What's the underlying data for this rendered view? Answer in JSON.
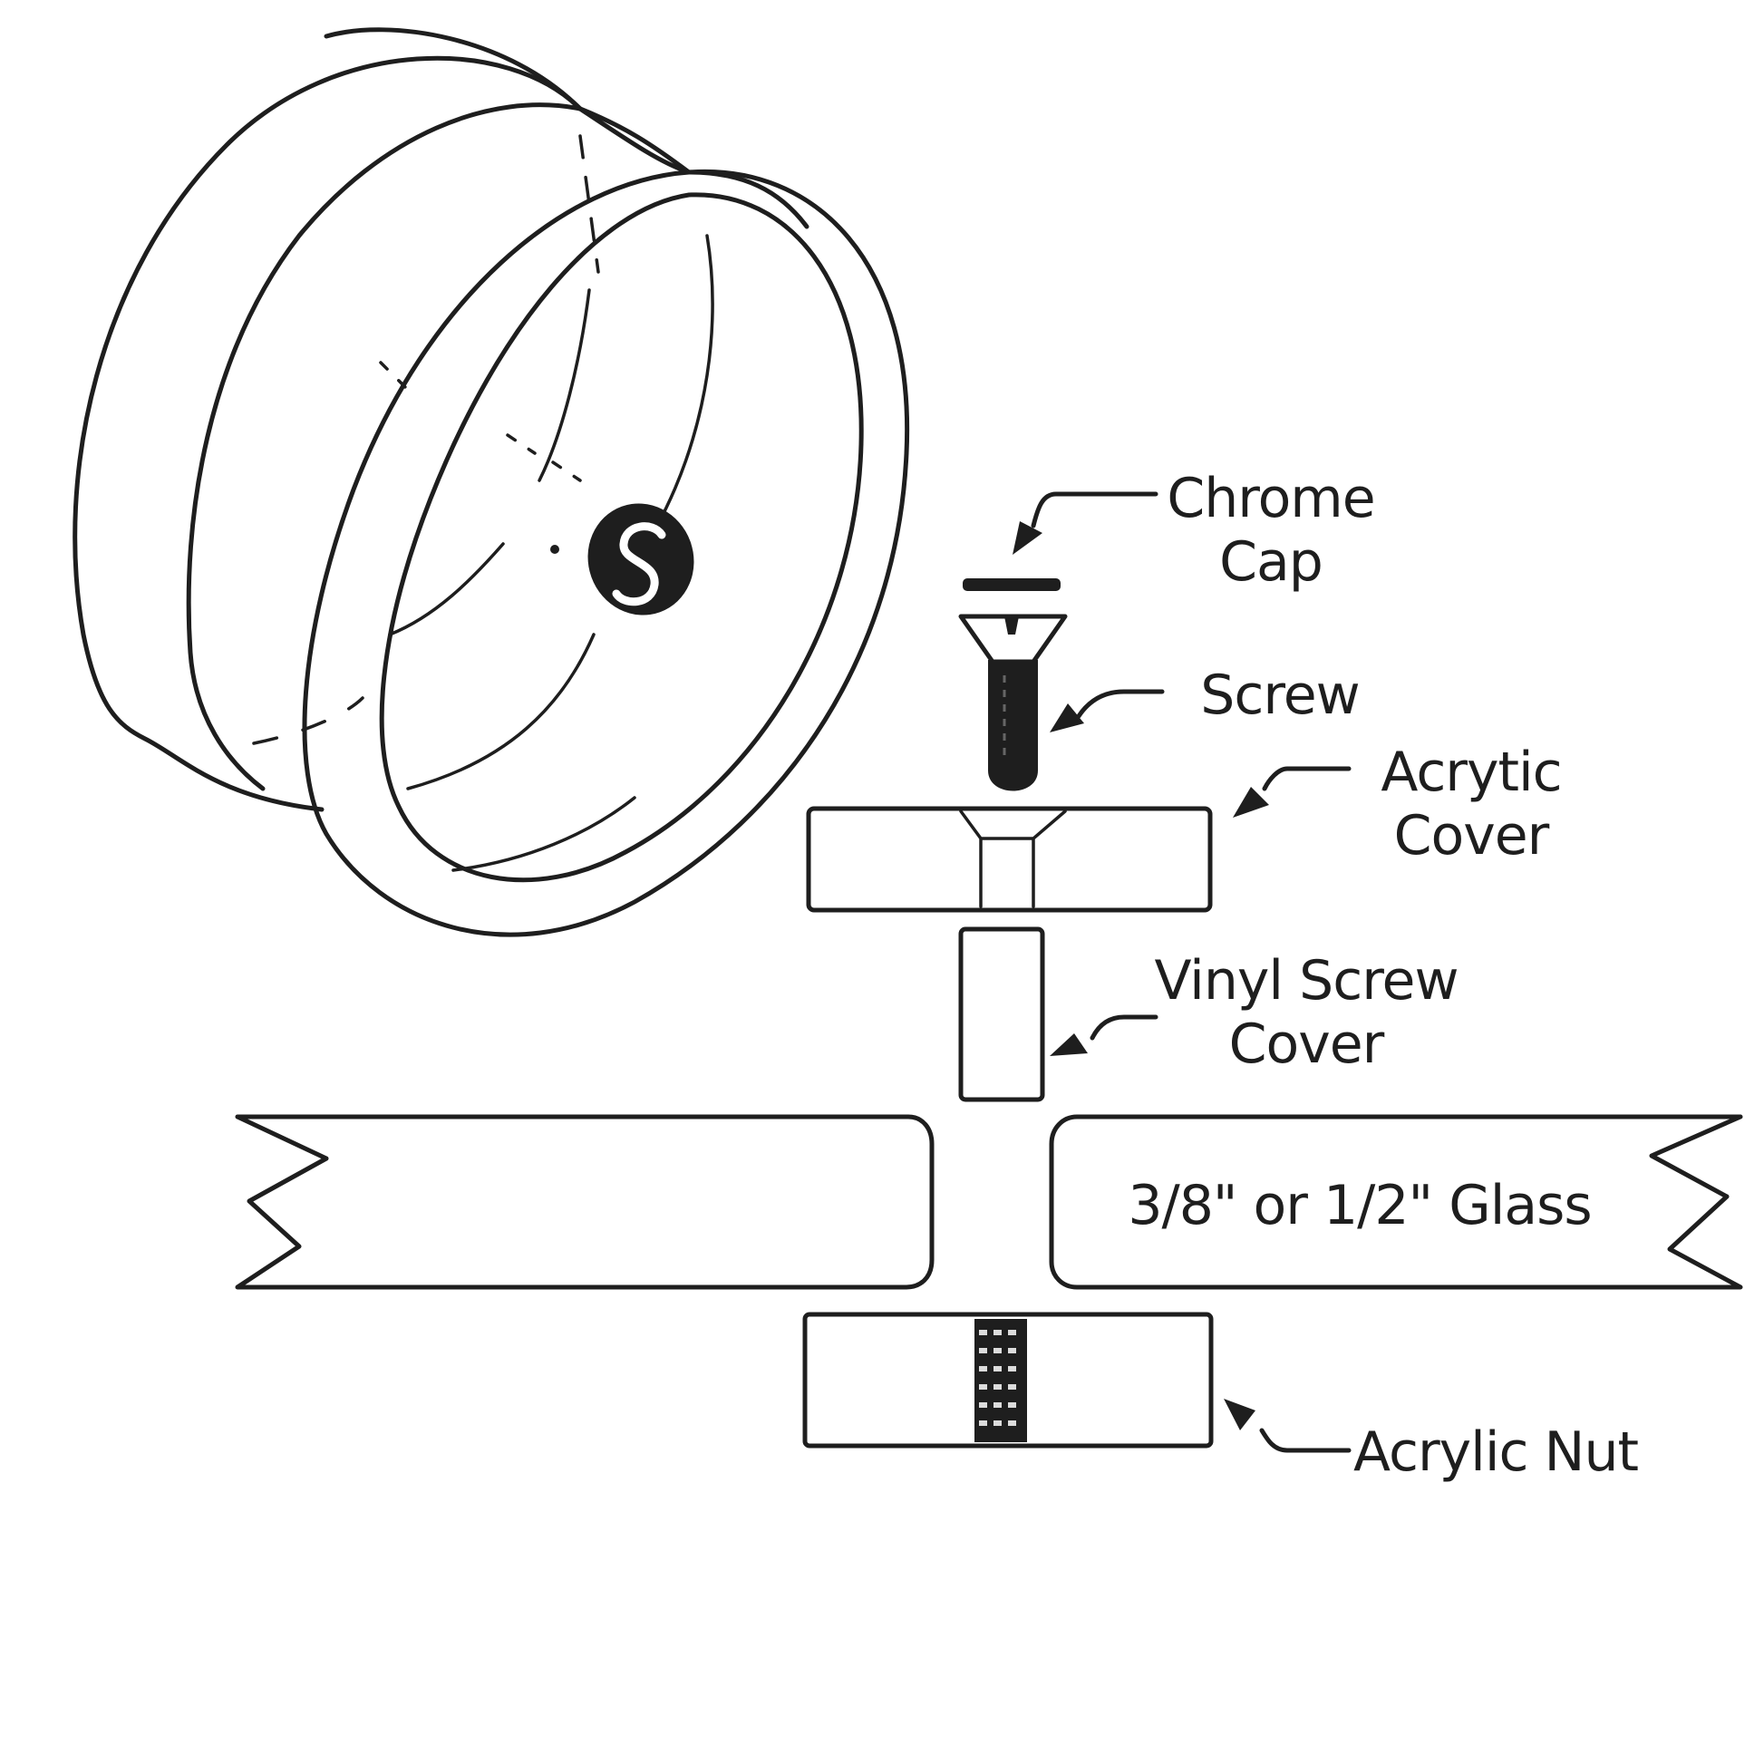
{
  "labels": {
    "chrome_cap_line1": "Chrome",
    "chrome_cap_line2": "Cap",
    "screw": "Screw",
    "acrylic_cover_line1": "Acrytic",
    "acrylic_cover_line2": "Cover",
    "vinyl_cover_line1": "Vinyl Screw",
    "vinyl_cover_line2": "Cover",
    "glass": "3/8\" or 1/2\" Glass",
    "acrylic_nut": "Acrylic Nut"
  },
  "logo": {
    "text": "S"
  }
}
